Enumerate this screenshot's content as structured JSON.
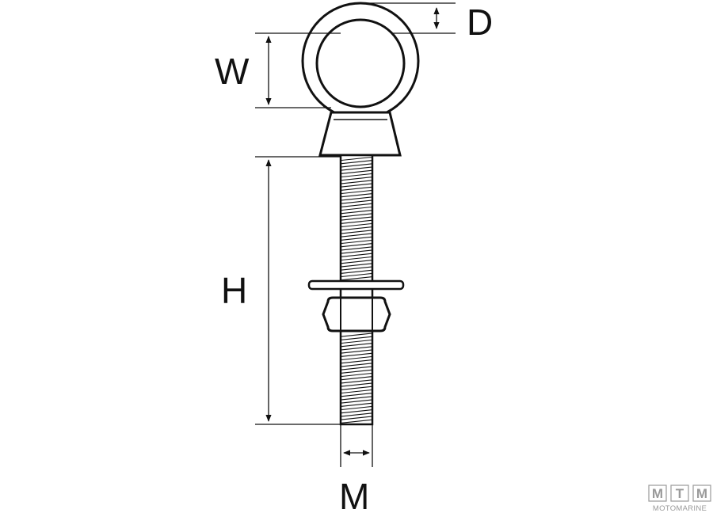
{
  "diagram": {
    "labels": {
      "d": "D",
      "w": "W",
      "h": "H",
      "m": "M"
    },
    "colors": {
      "line": "#111111",
      "fill": "#ffffff",
      "watermark": "#9a9a9a"
    }
  },
  "watermark": {
    "letters": [
      "M",
      "T",
      "M"
    ],
    "text": "MOTOMARINE"
  }
}
